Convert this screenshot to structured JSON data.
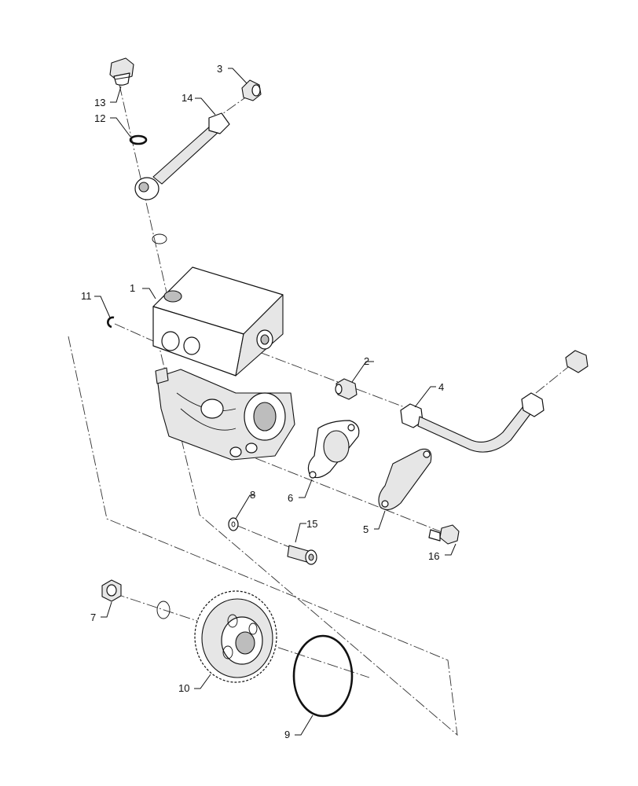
{
  "callouts": {
    "c1": "1",
    "c2": "2",
    "c3": "3",
    "c4": "4",
    "c5": "5",
    "c6": "6",
    "c7": "7",
    "c8": "8",
    "c9": "9",
    "c10": "10",
    "c11": "11",
    "c12": "12",
    "c13": "13",
    "c14": "14",
    "c15": "15",
    "c16": "16"
  },
  "colors": {
    "line": "#111111",
    "fill_light": "#e6e6e6",
    "fill_dark": "#bdbdbd",
    "background": "#ffffff"
  }
}
